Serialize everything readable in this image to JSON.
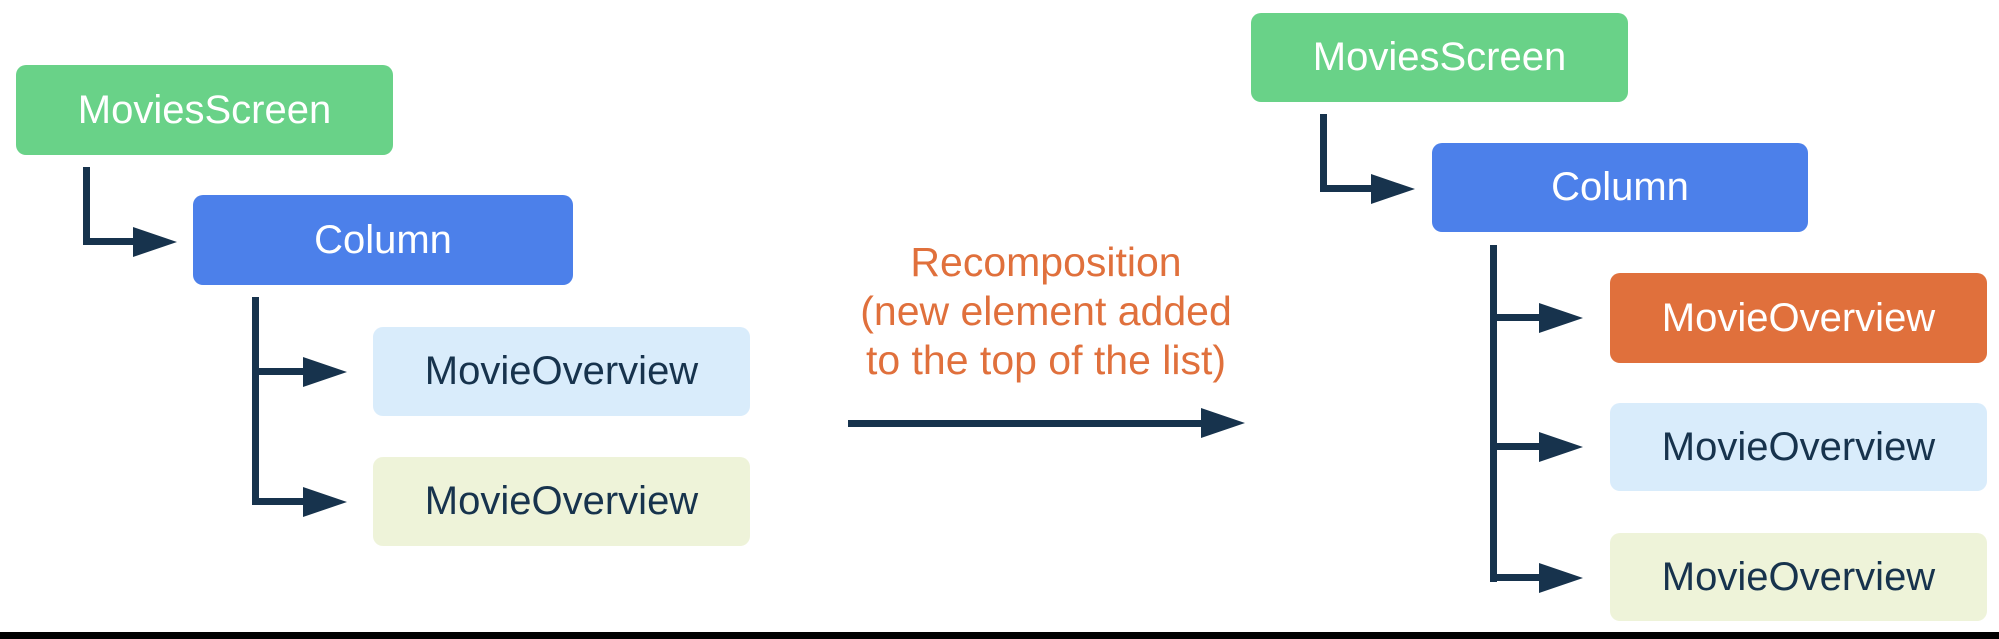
{
  "colors": {
    "green": "#69D288",
    "blue": "#4C80EA",
    "orange": "#E0703C",
    "light_blue": "#D9ECFB",
    "light_yellow": "#EEF3D9",
    "connector_navy": "#17334D",
    "white_text": "#FFFFFF",
    "dark_text": "#17334D",
    "bottom_bar": "#000000",
    "annotation_orange": "#E0703C"
  },
  "left_tree": {
    "nodes": [
      {
        "label": "MoviesScreen",
        "color": "#69D288"
      },
      {
        "label": "Column",
        "color": "#4C80EA"
      },
      {
        "label": "MovieOverview",
        "color": "#D9ECFB"
      },
      {
        "label": "MovieOverview",
        "color": "#EEF3D9"
      }
    ]
  },
  "right_tree": {
    "nodes": [
      {
        "label": "MoviesScreen",
        "color": "#69D288"
      },
      {
        "label": "Column",
        "color": "#4C80EA"
      },
      {
        "label": "MovieOverview",
        "color": "#E0703C"
      },
      {
        "label": "MovieOverview",
        "color": "#D9ECFB"
      },
      {
        "label": "MovieOverview",
        "color": "#EEF3D9"
      }
    ]
  },
  "annotation": {
    "line1": "Recomposition",
    "line2": "(new element added",
    "line3": "to the top of the list)"
  }
}
